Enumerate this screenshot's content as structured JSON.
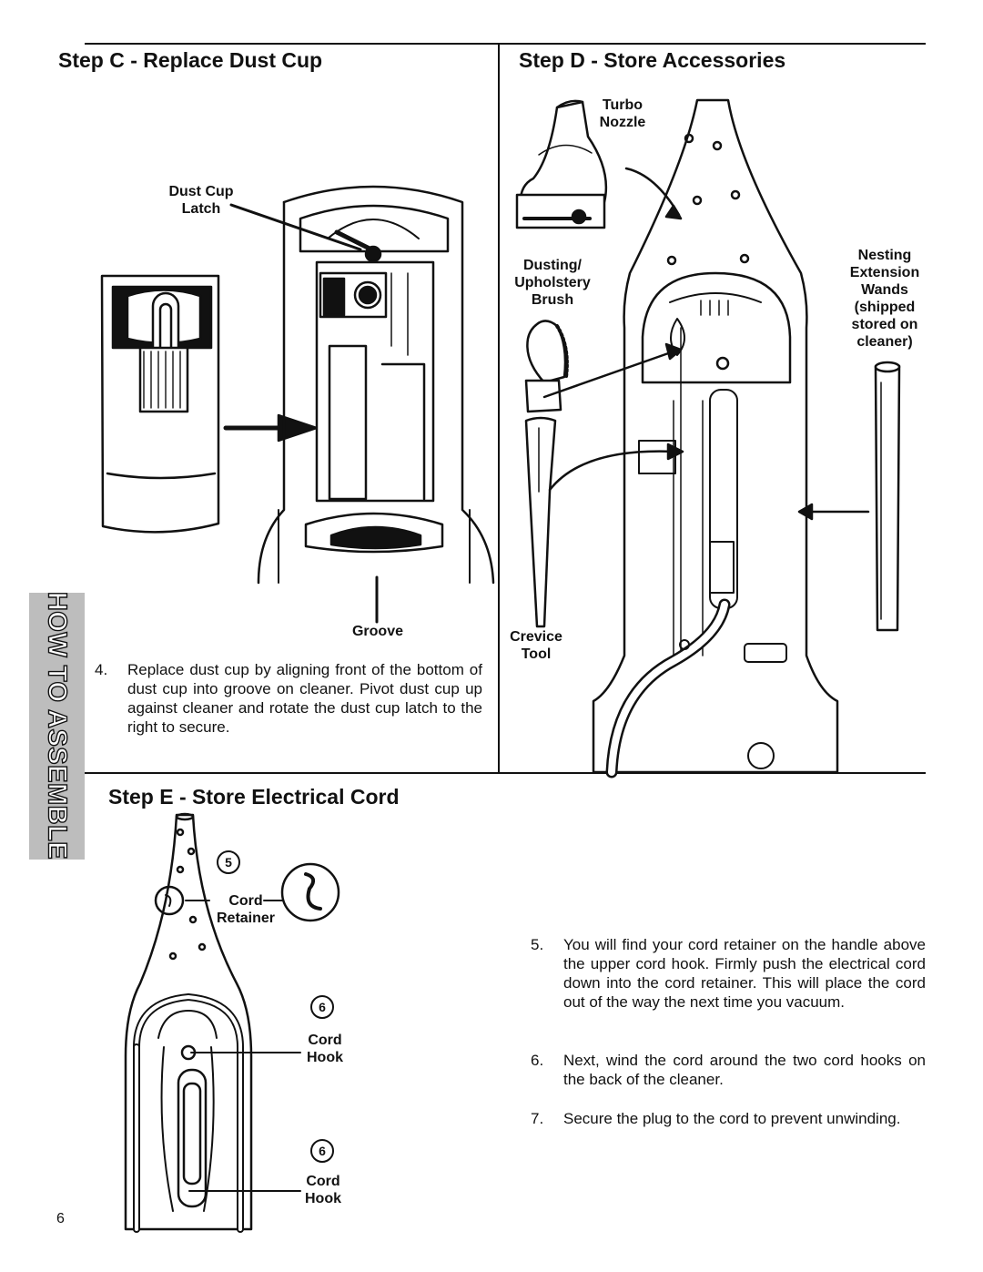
{
  "side_tab": "HOW TO ASSEMBLE",
  "step_c": {
    "title": "Step C - Replace Dust Cup",
    "labels": {
      "latch_1": "Dust Cup",
      "latch_2": "Latch",
      "groove": "Groove"
    },
    "instruction": {
      "num": "4.",
      "text": "Replace dust cup by aligning front of the bottom of dust cup into groove on cleaner. Pivot dust cup up against cleaner and rotate the dust cup latch to the right to secure."
    }
  },
  "step_d": {
    "title": "Step D - Store Accessories",
    "labels": {
      "turbo_1": "Turbo",
      "turbo_2": "Nozzle",
      "dust_1": "Dusting/",
      "dust_2": "Upholstery",
      "dust_3": "Brush",
      "crevice_1": "Crevice",
      "crevice_2": "Tool",
      "wands_1": "Nesting",
      "wands_2": "Extension",
      "wands_3": "Wands",
      "wands_4": "(shipped",
      "wands_5": "stored on",
      "wands_6": "cleaner)"
    }
  },
  "step_e": {
    "title": "Step E - Store Electrical Cord",
    "labels": {
      "marker_5": "5",
      "retainer_1": "Cord",
      "retainer_2": "Retainer",
      "marker_6a": "6",
      "hook_a_1": "Cord",
      "hook_a_2": "Hook",
      "marker_6b": "6",
      "hook_b_1": "Cord",
      "hook_b_2": "Hook"
    },
    "instructions": [
      {
        "num": "5.",
        "text": "You will find your cord retainer on the handle above the upper cord hook. Firmly push the electrical cord down into the cord retainer. This will place the cord out of the way the next time you vacuum."
      },
      {
        "num": "6.",
        "text": "Next, wind the cord around the two cord hooks on the back of the cleaner."
      },
      {
        "num": "7.",
        "text": "Secure the plug to the cord to prevent unwinding."
      }
    ]
  },
  "page_number": "6"
}
